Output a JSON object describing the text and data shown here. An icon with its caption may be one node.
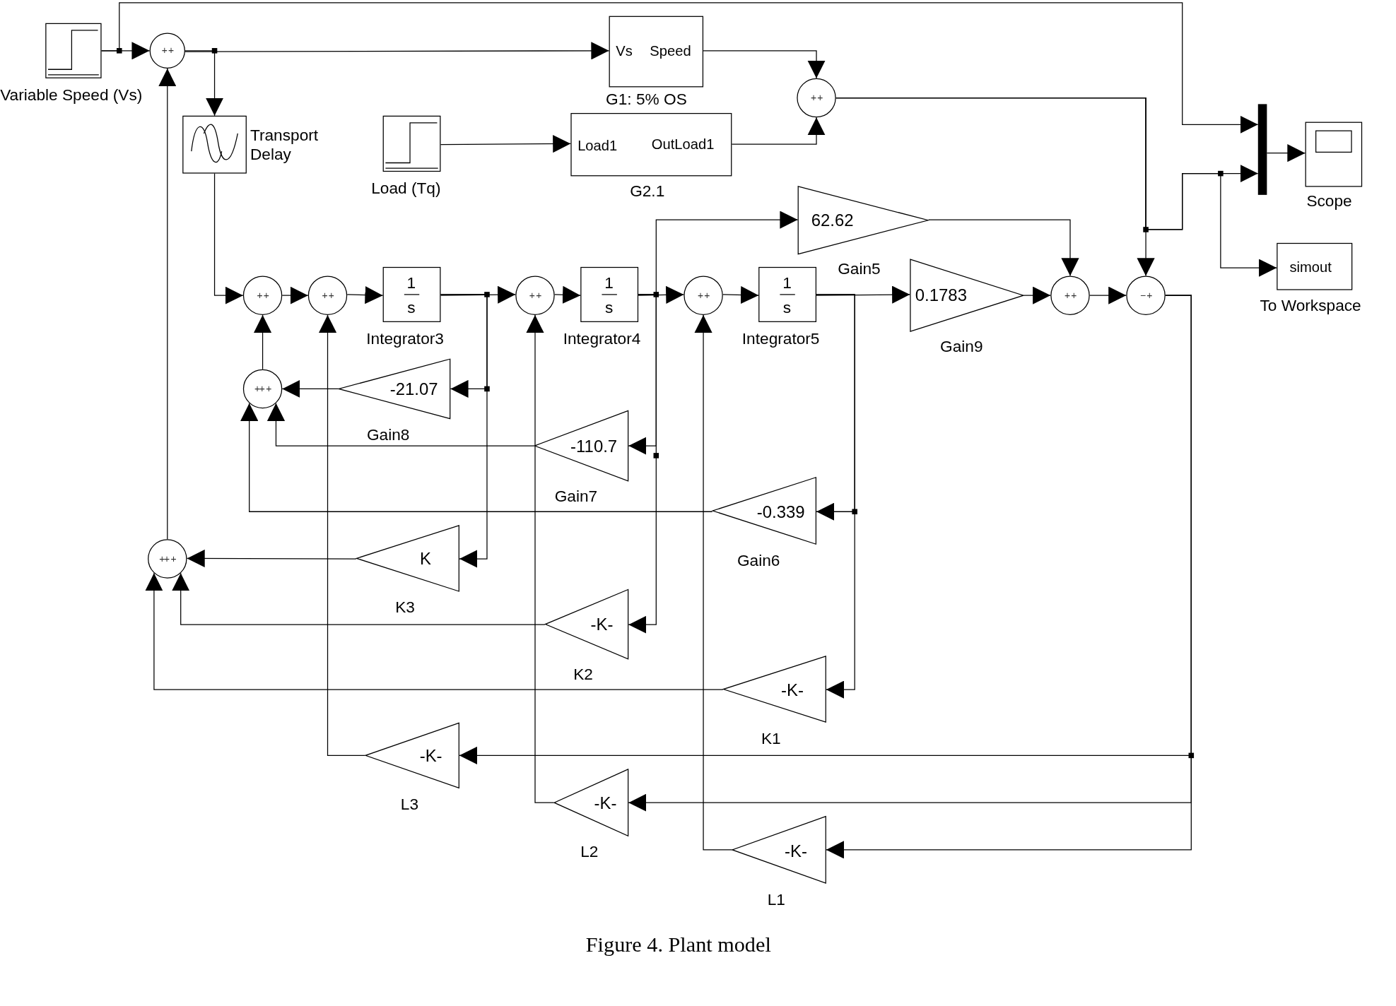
{
  "diagram": {
    "caption": "Figure 4. Plant model",
    "nodes": [
      {
        "text": [
          "Variable Speed (Vs)"
        ]
      },
      {
        "text": [
          "+ +"
        ]
      },
      {
        "text": [
          "Transport Delay"
        ]
      },
      {
        "text": [
          "Load (Tq)"
        ]
      },
      {
        "text": [
          "Vs",
          "Speed",
          "G1: 5% OS"
        ]
      },
      {
        "text": [
          "Load1",
          "OutLoad1",
          "G2.1"
        ]
      },
      {
        "text": [
          "+ +"
        ]
      },
      {
        "text": [],
        "shape": "bar"
      },
      {
        "text": [
          "Scope"
        ]
      },
      {
        "text": [
          "simout",
          "To Workspace"
        ]
      },
      {
        "text": [
          "+ +"
        ]
      },
      {
        "text": [
          "+ +"
        ]
      },
      {
        "text": [
          "1",
          "s",
          "Integrator3"
        ]
      },
      {
        "text": [
          "+ +"
        ]
      },
      {
        "text": [
          "1",
          "s",
          "Integrator4"
        ]
      },
      {
        "text": [
          "+ +"
        ]
      },
      {
        "text": [
          "1",
          "s",
          "Integrator5"
        ]
      },
      {
        "text": [
          "62.62",
          "Gain5"
        ]
      },
      {
        "text": [
          "0.1783",
          "Gain9"
        ]
      },
      {
        "text": [
          "+ +"
        ]
      },
      {
        "text": [
          "− +"
        ]
      },
      {
        "text": [
          "++ +"
        ]
      },
      {
        "text": [
          "-21.07",
          "Gain8"
        ]
      },
      {
        "text": [
          "-110.7",
          "Gain7"
        ]
      },
      {
        "text": [
          "-0.339",
          "Gain6"
        ]
      },
      {
        "text": [
          "++ +"
        ]
      },
      {
        "text": [
          "K",
          "K3"
        ]
      },
      {
        "text": [
          "-K-",
          "K2"
        ]
      },
      {
        "text": [
          "-K-",
          "K1"
        ]
      },
      {
        "text": [
          "-K-",
          "L3"
        ]
      },
      {
        "text": [
          "-K-",
          "L2"
        ]
      },
      {
        "text": [
          "-K-",
          "L1"
        ]
      }
    ],
    "edges": [
      {
        "from": 0,
        "to": 1,
        "arrow": "to"
      },
      {
        "from": 0,
        "to": 7,
        "arrow": "to"
      },
      {
        "from": 1,
        "to": 4,
        "arrow": "to"
      },
      {
        "from": 1,
        "to": 2,
        "arrow": "to"
      },
      {
        "from": 4,
        "to": 6,
        "arrow": "to"
      },
      {
        "from": 3,
        "to": 5,
        "arrow": "to"
      },
      {
        "from": 5,
        "to": 6,
        "arrow": "to"
      },
      {
        "from": 6,
        "to": 20,
        "arrow": "to"
      },
      {
        "from": 6,
        "to": 7,
        "arrow": "to"
      },
      {
        "from": 6,
        "to": 9,
        "arrow": "to"
      },
      {
        "from": 7,
        "to": 8,
        "arrow": "to"
      },
      {
        "from": 2,
        "to": 10,
        "arrow": "to"
      },
      {
        "from": 10,
        "to": 11,
        "arrow": "to"
      },
      {
        "from": 11,
        "to": 12,
        "arrow": "to"
      },
      {
        "from": 12,
        "to": 13,
        "arrow": "to"
      },
      {
        "from": 12,
        "to": 22,
        "arrow": "to"
      },
      {
        "from": 12,
        "to": 26,
        "arrow": "to"
      },
      {
        "from": 13,
        "to": 14,
        "arrow": "to"
      },
      {
        "from": 14,
        "to": 15,
        "arrow": "to"
      },
      {
        "from": 14,
        "to": 17,
        "arrow": "to"
      },
      {
        "from": 14,
        "to": 23,
        "arrow": "to"
      },
      {
        "from": 14,
        "to": 27,
        "arrow": "to"
      },
      {
        "from": 15,
        "to": 16,
        "arrow": "to"
      },
      {
        "from": 16,
        "to": 18,
        "arrow": "to"
      },
      {
        "from": 16,
        "to": 24,
        "arrow": "to"
      },
      {
        "from": 16,
        "to": 28,
        "arrow": "to"
      },
      {
        "from": 17,
        "to": 19,
        "arrow": "to"
      },
      {
        "from": 18,
        "to": 19,
        "arrow": "to"
      },
      {
        "from": 19,
        "to": 20,
        "arrow": "to"
      },
      {
        "from": 20,
        "to": 29,
        "arrow": "to"
      },
      {
        "from": 20,
        "to": 30,
        "arrow": "to"
      },
      {
        "from": 20,
        "to": 31,
        "arrow": "to"
      },
      {
        "from": 22,
        "to": 21,
        "arrow": "to"
      },
      {
        "from": 23,
        "to": 21,
        "arrow": "to"
      },
      {
        "from": 24,
        "to": 21,
        "arrow": "to"
      },
      {
        "from": 21,
        "to": 10,
        "arrow": "to"
      },
      {
        "from": 25,
        "to": 1,
        "arrow": "to"
      },
      {
        "from": 26,
        "to": 25,
        "arrow": "to"
      },
      {
        "from": 27,
        "to": 25,
        "arrow": "to"
      },
      {
        "from": 28,
        "to": 25,
        "arrow": "to"
      },
      {
        "from": 29,
        "to": 11,
        "arrow": "to"
      },
      {
        "from": 30,
        "to": 13,
        "arrow": "to"
      },
      {
        "from": 31,
        "to": 15,
        "arrow": "to"
      }
    ]
  }
}
